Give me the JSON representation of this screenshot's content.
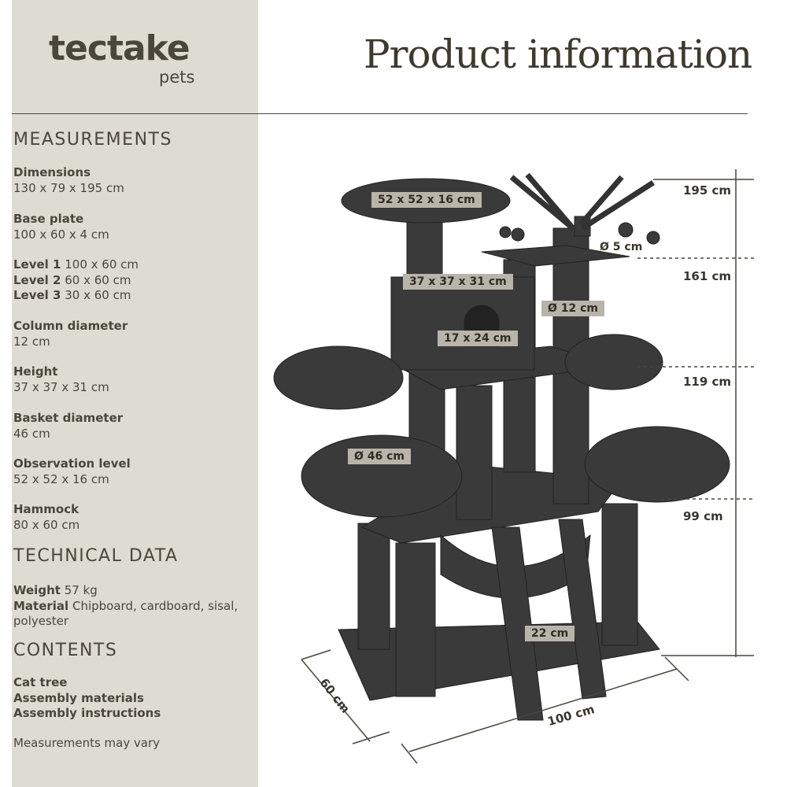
{
  "brand": {
    "name": "tectake",
    "sub": "pets"
  },
  "title": "Product information",
  "measurements": {
    "heading": "MEASUREMENTS",
    "dimensions": {
      "label": "Dimensions",
      "value": "130 x 79 x 195 cm"
    },
    "base_plate": {
      "label": "Base plate",
      "value": "100 x 60 x 4 cm"
    },
    "level1": {
      "label": "Level 1",
      "value": "100 x 60 cm"
    },
    "level2": {
      "label": "Level 2",
      "value": "60 x 60 cm"
    },
    "level3": {
      "label": "Level 3",
      "value": "30 x 60 cm"
    },
    "column": {
      "label": "Column diameter",
      "value": "12 cm"
    },
    "height": {
      "label": "Height",
      "value": "37 x 37 x 31 cm"
    },
    "basket": {
      "label": "Basket diameter",
      "value": "46 cm"
    },
    "observation": {
      "label": "Observation level",
      "value": "52 x 52 x 16 cm"
    },
    "hammock": {
      "label": "Hammock",
      "value": "80 x 60 cm"
    }
  },
  "technical": {
    "heading": "TECHNICAL DATA",
    "weight_label": "Weight",
    "weight": "57 kg",
    "material_label": "Material",
    "material": "Chipboard, cardboard, sisal, polyester"
  },
  "contents": {
    "heading": "CONTENTS",
    "items": [
      "Cat tree",
      "Assembly materials",
      "Assembly instructions"
    ],
    "note": "Measurements may vary"
  },
  "image_labels": {
    "top": "52 x 52 x 16 cm",
    "box": "37 x 37 x 31 cm",
    "door": "17 x 24 cm",
    "column": "Ø 12 cm",
    "ball": "Ø 5 cm",
    "basket": "Ø 46 cm",
    "ladder": "22 cm",
    "depth": "60 cm",
    "width": "100 cm"
  },
  "heights": [
    "195 cm",
    "161 cm",
    "119 cm",
    "99 cm"
  ]
}
